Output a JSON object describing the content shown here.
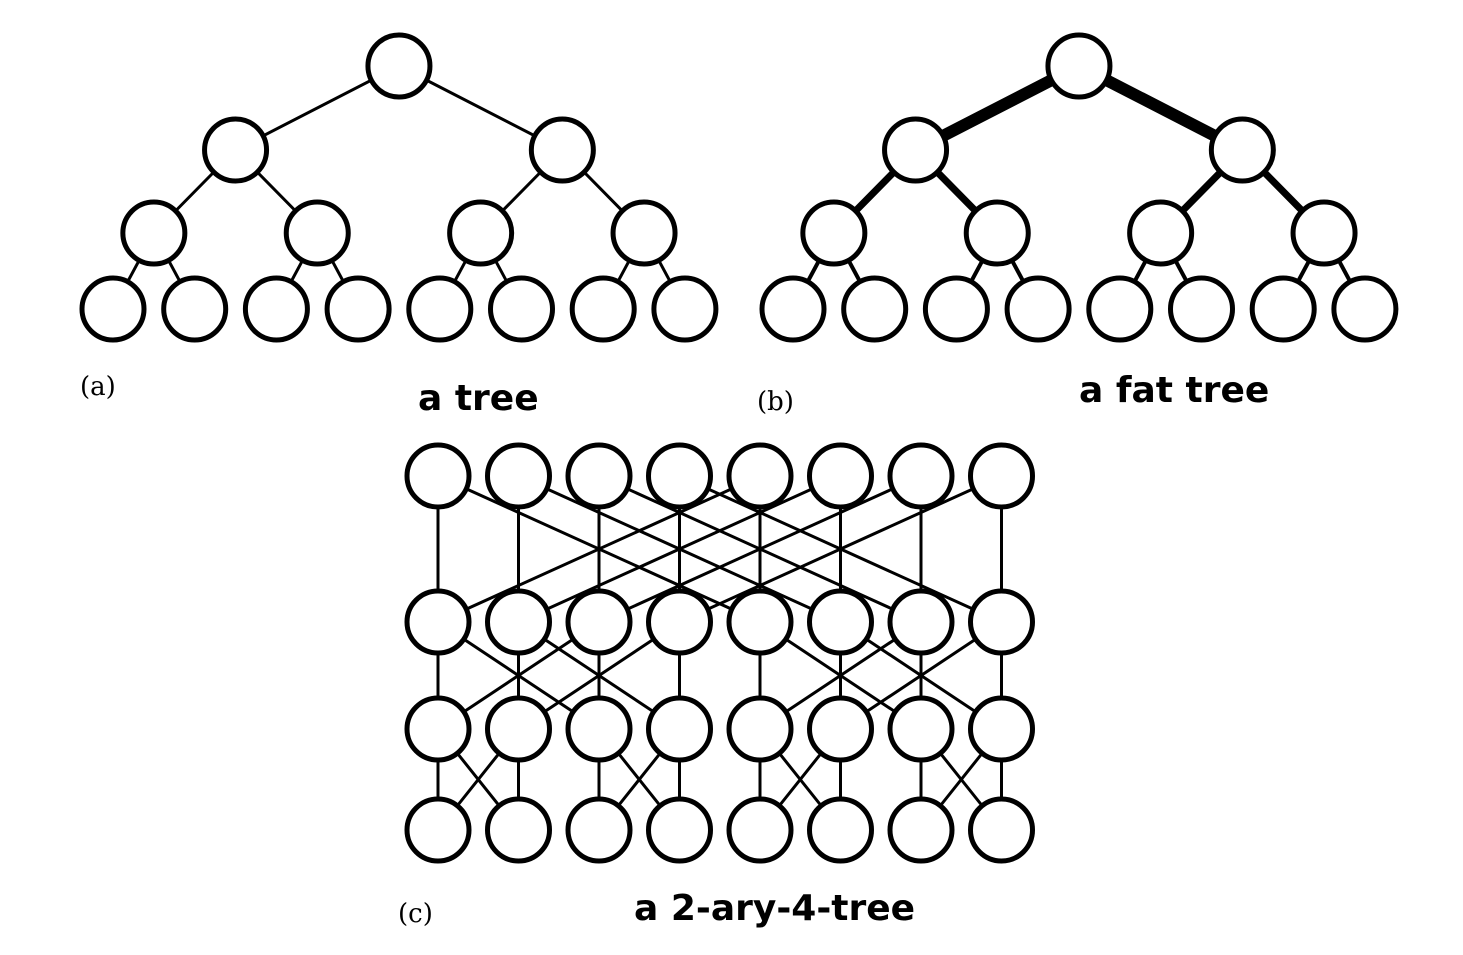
{
  "panels": [
    {
      "id": "a",
      "letter": "(a)",
      "caption": "a tree",
      "kind": "binary-tree",
      "levels": 4,
      "fat": false
    },
    {
      "id": "b",
      "letter": "(b)",
      "caption": "a fat tree",
      "kind": "binary-tree",
      "levels": 4,
      "fat": true
    },
    {
      "id": "c",
      "letter": "(c)",
      "caption": "a 2-ary-4-tree",
      "kind": "k-ary-n-tree",
      "arity": 2,
      "stages": 4,
      "nodes_per_stage": 8
    }
  ],
  "colors": {
    "stroke": "#000000",
    "fill": "#ffffff",
    "background": "#ffffff"
  }
}
